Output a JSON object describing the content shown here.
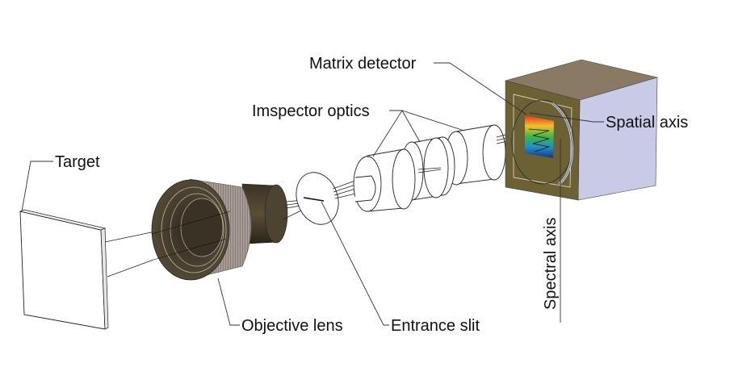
{
  "figure": {
    "title": "Pushbroom hyperspectral imaging setup",
    "labels": {
      "target": "Target",
      "objective_lens": "Objective lens",
      "entrance_slit": "Entrance slit",
      "imspector_optics": "Imspector optics",
      "matrix_detector": "Matrix detector",
      "spatial_axis": "Spatial axis",
      "spectral_axis": "Spectral axis"
    },
    "colors": {
      "detector_front": "#6b6134",
      "detector_top": "#8a7a63",
      "detector_side": "#c9cbe6",
      "lens_body": "#4a4030",
      "lens_knurl": "#9b9089",
      "spectrum": [
        "#e53221",
        "#f2c12a",
        "#3fb54a",
        "#1e8fc8",
        "#22307a"
      ]
    }
  }
}
